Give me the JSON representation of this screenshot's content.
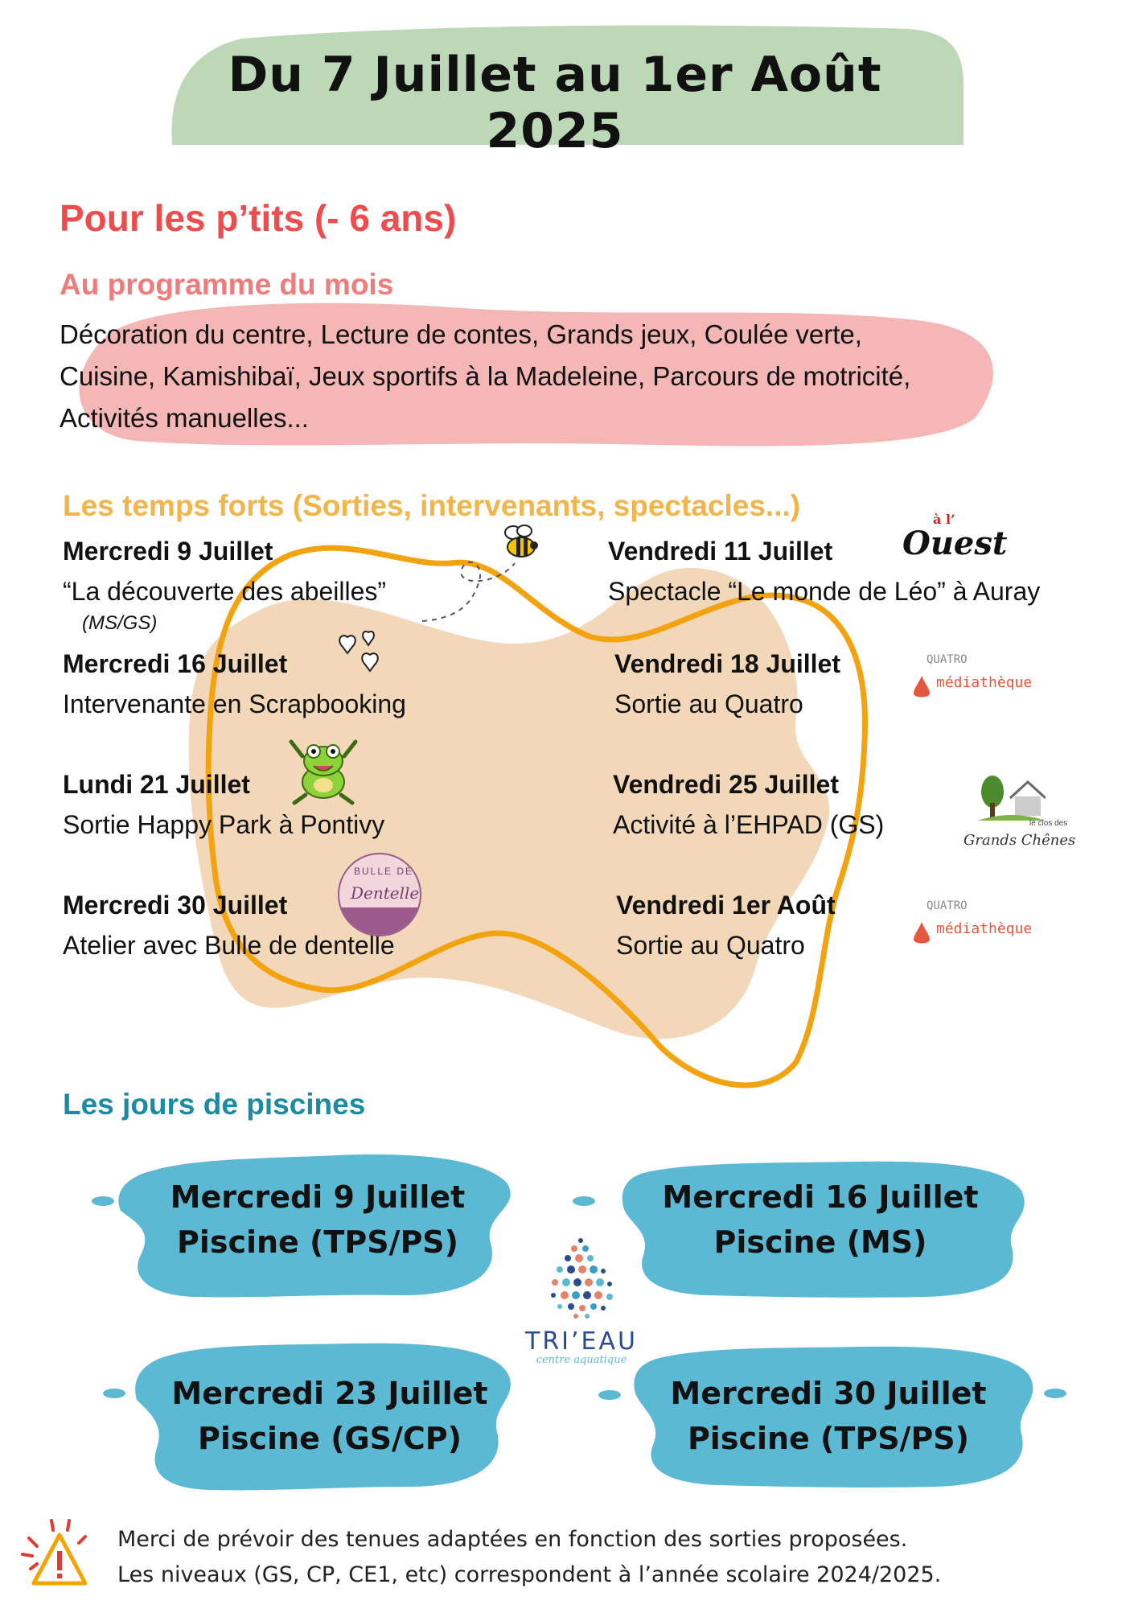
{
  "title": "Du 7 Juillet au 1er Août 2025",
  "section_title": "Pour les p’tits (- 6 ans)",
  "programme": {
    "heading": "Au programme du mois",
    "lines": [
      "Décoration du centre, Lecture de contes, Grands jeux, Coulée verte,",
      "Cuisine, Kamishibaï, Jeux sportifs à la Madeleine, Parcours de motricité,",
      "Activités manuelles..."
    ]
  },
  "highlights": {
    "heading": "Les temps forts (Sorties, intervenants, spectacles...)",
    "events": [
      {
        "date": "Mercredi 9 Juillet",
        "text": "“La découverte des abeilles”",
        "sub": "(MS/GS)"
      },
      {
        "date": "Mercredi 16 Juillet",
        "text": "Intervenante en Scrapbooking"
      },
      {
        "date": "Lundi 21 Juillet",
        "text": "Sortie Happy Park à Pontivy"
      },
      {
        "date": "Mercredi 30 Juillet",
        "text": "Atelier avec Bulle de dentelle"
      },
      {
        "date": "Vendredi 11 Juillet",
        "text": "Spectacle “Le monde de Léo” à Auray"
      },
      {
        "date": "Vendredi 18 Juillet",
        "text": "Sortie au Quatro"
      },
      {
        "date": "Vendredi 25 Juillet",
        "text": "Activité à l’EHPAD (GS)"
      },
      {
        "date": "Vendredi 1er Août",
        "text": "Sortie au Quatro"
      }
    ]
  },
  "logos": {
    "ouest_top": "à l’",
    "ouest_main": "Ouest",
    "quatro_top": "QUATRO",
    "quatro_main": "médiathèque",
    "chenes_top": "le clos des",
    "chenes_main": "Grands Chênes",
    "bulle_top": "BULLE DE",
    "bulle_main": "Dentelle",
    "trieau_main": "TRI’EAU",
    "trieau_sub": "centre aquatique"
  },
  "pools": {
    "heading": "Les jours de piscines",
    "items": [
      {
        "date": "Mercredi 9 Juillet",
        "label": "Piscine (TPS/PS)"
      },
      {
        "date": "Mercredi 16 Juillet",
        "label": "Piscine (MS)"
      },
      {
        "date": "Mercredi 23 Juillet",
        "label": "Piscine (GS/CP)"
      },
      {
        "date": "Mercredi 30 Juillet",
        "label": "Piscine (TPS/PS)"
      }
    ]
  },
  "note": {
    "lines": [
      "Merci de prévoir des tenues adaptées en fonction des sorties proposées.",
      "Les niveaux (GS, CP, CE1, etc) correspondent à l’année scolaire 2024/2025."
    ]
  },
  "icons": {
    "bee": "bee-icon",
    "hearts": "hearts-icon",
    "frog": "frog-icon",
    "warning": "warning-icon"
  },
  "colors": {
    "title_bg": "#bcd8b6",
    "pink_blob": "#f5b6b6",
    "beige_blob": "#f2d8b9",
    "orange_loop": "#f3a30f",
    "pool_blob": "#5cb9d4",
    "red_heading": "#ef4d4d",
    "teal_heading": "#1b8ba4"
  }
}
